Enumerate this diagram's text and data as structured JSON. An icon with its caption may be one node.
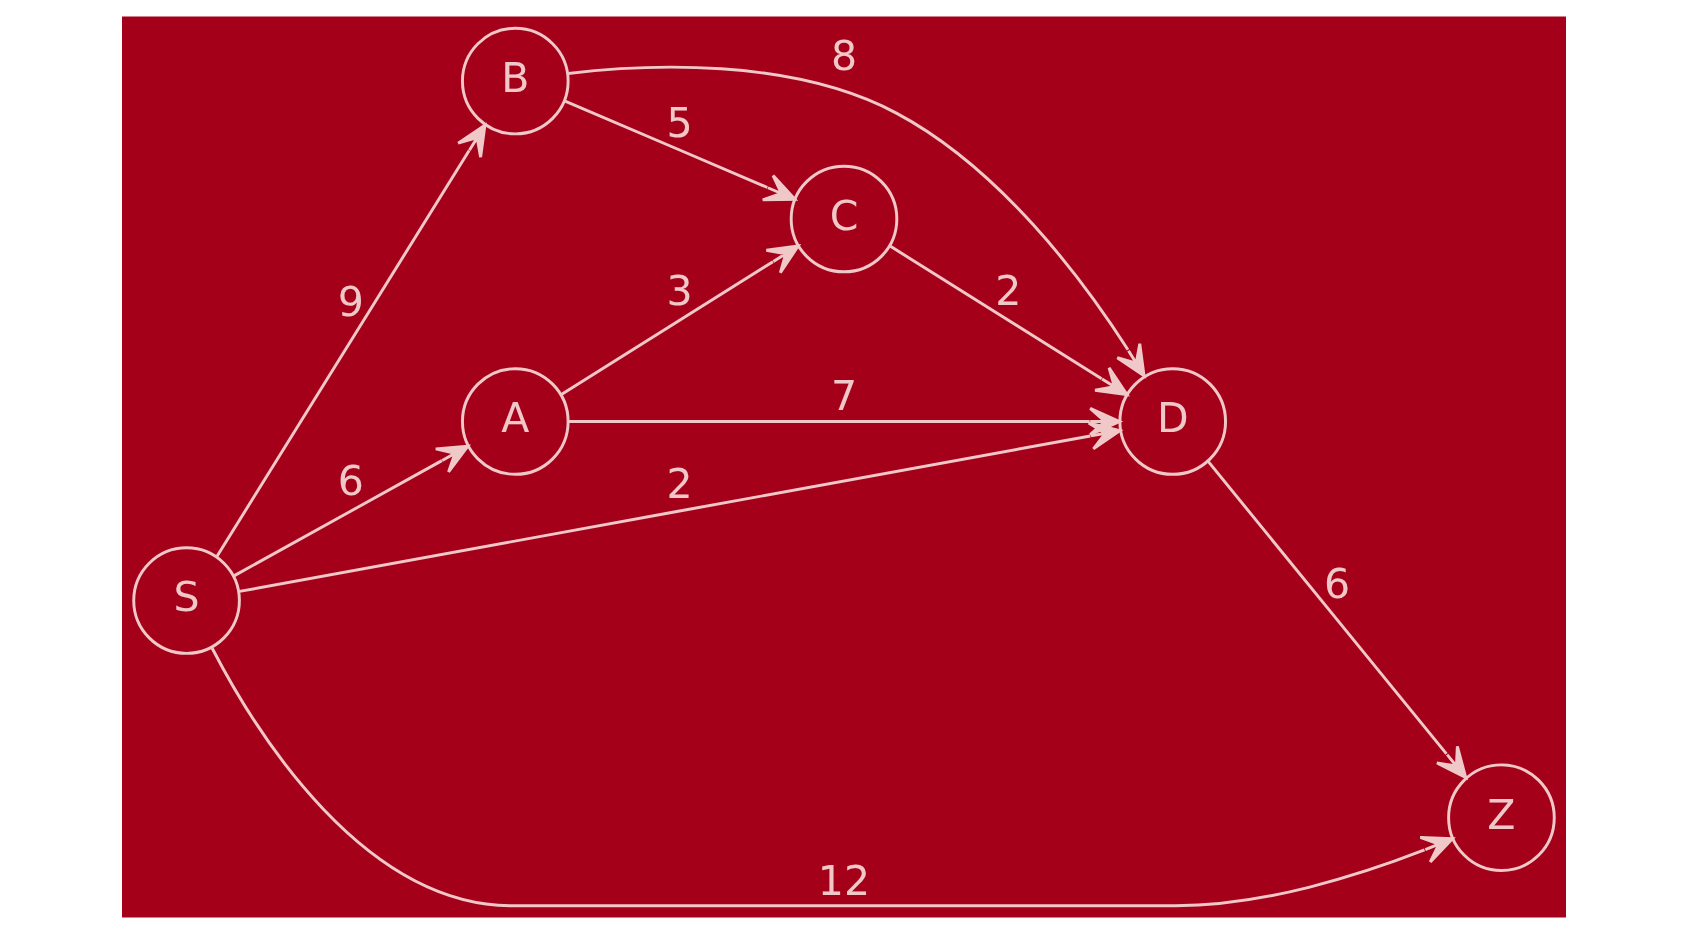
{
  "diagram": {
    "nodes": [
      {
        "text": [
          "B"
        ]
      },
      {
        "text": [
          "C"
        ]
      },
      {
        "text": [
          "A"
        ]
      },
      {
        "text": [
          "D"
        ]
      },
      {
        "text": [
          "S"
        ]
      },
      {
        "text": [
          "Z"
        ]
      }
    ],
    "edges": [
      {
        "from": 4,
        "to": 0,
        "arrow": "to",
        "label": "9"
      },
      {
        "from": 4,
        "to": 2,
        "arrow": "to",
        "label": "6"
      },
      {
        "from": 4,
        "to": 3,
        "arrow": "to",
        "label": "2"
      },
      {
        "from": 4,
        "to": 5,
        "arrow": "to",
        "label": "12"
      },
      {
        "from": 0,
        "to": 1,
        "arrow": "to",
        "label": "5"
      },
      {
        "from": 0,
        "to": 3,
        "arrow": "to",
        "label": "8"
      },
      {
        "from": 2,
        "to": 1,
        "arrow": "to",
        "label": "3"
      },
      {
        "from": 2,
        "to": 3,
        "arrow": "to",
        "label": "7"
      },
      {
        "from": 1,
        "to": 3,
        "arrow": "to",
        "label": "2"
      },
      {
        "from": 3,
        "to": 5,
        "arrow": "to",
        "label": "6"
      }
    ]
  }
}
